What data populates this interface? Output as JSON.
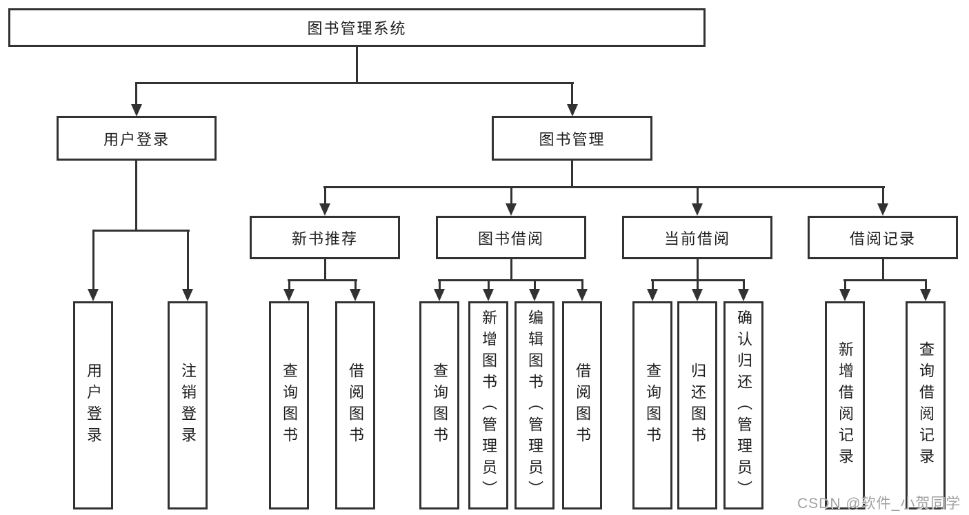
{
  "diagram": {
    "title": "图书管理系统",
    "type": "tree-structure-chart",
    "colors": {
      "line": "#323232",
      "text": "#1e1e1e",
      "background": "#ffffff",
      "watermark": "#a0a0a0"
    },
    "root": {
      "label": "图书管理系统"
    },
    "level2": [
      {
        "label": "用户登录"
      },
      {
        "label": "图书管理"
      }
    ],
    "level3": [
      {
        "label": "新书推荐"
      },
      {
        "label": "图书借阅"
      },
      {
        "label": "当前借阅"
      },
      {
        "label": "借阅记录"
      }
    ],
    "leaves": {
      "user_login": [
        "用户登录",
        "注销登录"
      ],
      "new_book": [
        "查询图书",
        "借阅图书"
      ],
      "book_borrow": [
        "查询图书",
        "新增图书（管理员）",
        "编辑图书（管理员）",
        "借阅图书"
      ],
      "current_borrow": [
        "查询图书",
        "归还图书",
        "确认归还（管理员）"
      ],
      "borrow_records": [
        "新增借阅记录",
        "查询借阅记录"
      ]
    }
  },
  "watermark": {
    "text": "CSDN @软件_小贺同学"
  }
}
